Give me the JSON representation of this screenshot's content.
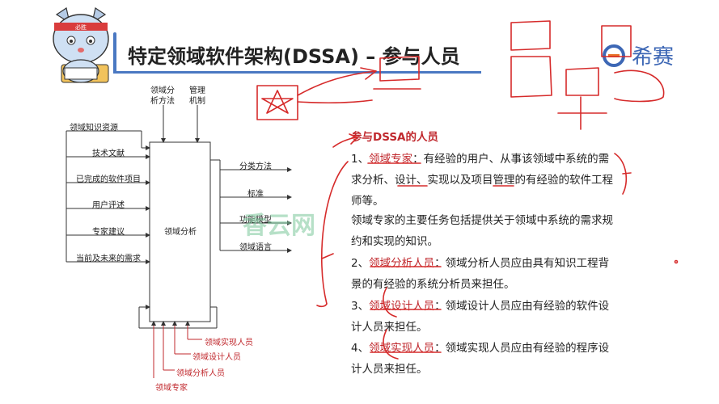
{
  "slide": {
    "title": "特定领域软件架构(DSSA) – 参与人员",
    "logo_text": "希赛",
    "watermark": "香云网"
  },
  "diagram": {
    "top_inputs": [
      "领域分析方法",
      "管理机制"
    ],
    "left_inputs": [
      "领域知识资源",
      "技术文献",
      "已完成的软件项目",
      "用户评述",
      "专家建议",
      "当前及未来的需求"
    ],
    "center": "领域分析",
    "outputs": [
      "分类方法",
      "标准",
      "功能模型",
      "领域语言"
    ],
    "mechanisms": [
      "领域实现人员",
      "领域设计人员",
      "领域分析人员",
      "领域专家"
    ]
  },
  "content": {
    "heading": "参与DSSA的人员",
    "items": [
      {
        "prefix": "1、",
        "role": "领域专家",
        "rest": "：有经验的用户、从事该领域中系统的需求分析、设计、实现以及项目管理的有经验的软件工程师等。"
      },
      {
        "prefix": "",
        "role": "",
        "rest": "领域专家的主要任务包括提供关于领域中系统的需求规约和实现的知识。"
      },
      {
        "prefix": "2、",
        "role": "领域分析人员",
        "rest": "：领域分析人员应由具有知识工程背景的有经验的系统分析员来担任。"
      },
      {
        "prefix": "3、",
        "role": "领域设计人员",
        "rest": "：领域设计人员应由有经验的软件设计人员来担任。"
      },
      {
        "prefix": "4、",
        "role": "领域实现人员",
        "rest": "：领域实现人员应由有经验的程序设计人员来担任。"
      }
    ]
  },
  "colors": {
    "accent": "#c0282d",
    "brand": "#3d67b5"
  }
}
